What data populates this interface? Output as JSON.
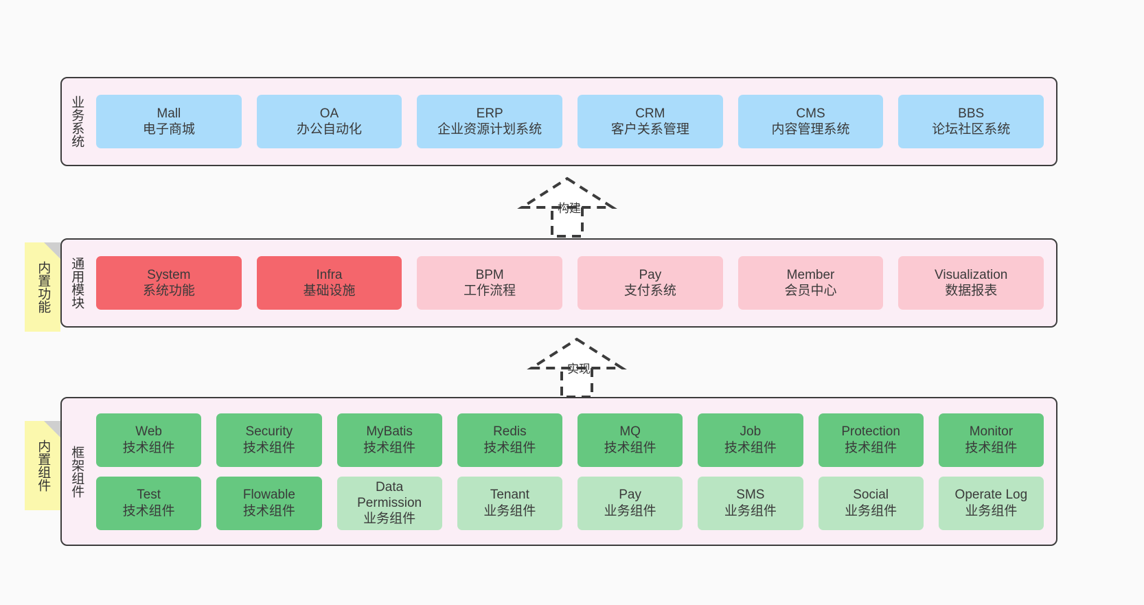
{
  "diagram": {
    "title_text": "",
    "colors": {
      "canvas_bg": "#fafafa",
      "layer_bg": "#fbeef6",
      "layer_border": "#3c3c3c",
      "business_cell": "#aadcfb",
      "module_core_cell": "#f4666c",
      "module_cell": "#fbc9d2",
      "tech_component_cell": "#66c880",
      "business_component_cell": "#b9e5c2",
      "note_bg": "#fbf8ad",
      "note_fold": "#cfcfcf"
    }
  },
  "layers": {
    "business": {
      "title": "业务系统",
      "items": [
        {
          "name": "Mall",
          "desc": "电子商城"
        },
        {
          "name": "OA",
          "desc": "办公自动化"
        },
        {
          "name": "ERP",
          "desc": "企业资源计划系统"
        },
        {
          "name": "CRM",
          "desc": "客户关系管理"
        },
        {
          "name": "CMS",
          "desc": "内容管理系统"
        },
        {
          "name": "BBS",
          "desc": "论坛社区系统"
        }
      ]
    },
    "modules": {
      "title": "通用模块",
      "note": "内置功能",
      "items": [
        {
          "name": "System",
          "desc": "系统功能",
          "variant": "core"
        },
        {
          "name": "Infra",
          "desc": "基础设施",
          "variant": "core"
        },
        {
          "name": "BPM",
          "desc": "工作流程",
          "variant": "normal"
        },
        {
          "name": "Pay",
          "desc": "支付系统",
          "variant": "normal"
        },
        {
          "name": "Member",
          "desc": "会员中心",
          "variant": "normal"
        },
        {
          "name": "Visualization",
          "desc": "数据报表",
          "variant": "normal"
        }
      ]
    },
    "framework": {
      "title": "框架组件",
      "note": "内置组件",
      "row1": [
        {
          "name": "Web",
          "desc": "技术组件"
        },
        {
          "name": "Security",
          "desc": "技术组件"
        },
        {
          "name": "MyBatis",
          "desc": "技术组件"
        },
        {
          "name": "Redis",
          "desc": "技术组件"
        },
        {
          "name": "MQ",
          "desc": "技术组件"
        },
        {
          "name": "Job",
          "desc": "技术组件"
        },
        {
          "name": "Protection",
          "desc": "技术组件"
        },
        {
          "name": "Monitor",
          "desc": "技术组件"
        }
      ],
      "row2": [
        {
          "name": "Test",
          "desc": "技术组件",
          "variant": "tech"
        },
        {
          "name": "Flowable",
          "desc": "技术组件",
          "variant": "tech"
        },
        {
          "name": "Data Permission",
          "desc": "业务组件",
          "variant": "biz"
        },
        {
          "name": "Tenant",
          "desc": "业务组件",
          "variant": "biz"
        },
        {
          "name": "Pay",
          "desc": "业务组件",
          "variant": "biz"
        },
        {
          "name": "SMS",
          "desc": "业务组件",
          "variant": "biz"
        },
        {
          "name": "Social",
          "desc": "业务组件",
          "variant": "biz"
        },
        {
          "name": "Operate Log",
          "desc": "业务组件",
          "variant": "biz"
        }
      ]
    }
  },
  "arrows": [
    {
      "label": "构建"
    },
    {
      "label": "实现"
    }
  ]
}
